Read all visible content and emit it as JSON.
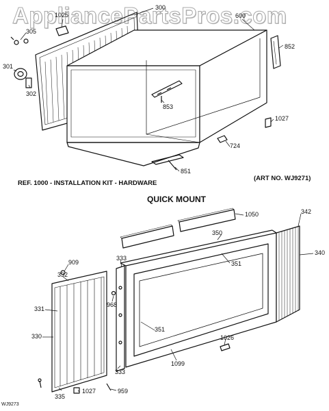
{
  "watermark": "AppliancePartsPros.com",
  "top_caption": "REF. 1000 - INSTALLATION KIT - HARDWARE",
  "art_number": "(ART NO. WJ9271)",
  "section_title": "QUICK MOUNT",
  "corner_code": "WJ9273",
  "part_labels": {
    "p300": "300",
    "p1025": "1025",
    "p305": "305",
    "p600": "600",
    "p301": "301",
    "p302": "302",
    "p852": "852",
    "p853": "853",
    "p1027a": "1027",
    "p724": "724",
    "p851": "851",
    "p1050": "1050",
    "p342": "342",
    "p350": "350",
    "p340": "340",
    "p909": "909",
    "p333a": "333",
    "p332": "332",
    "p351a": "351",
    "p968": "968",
    "p331": "331",
    "p351b": "351",
    "p330": "330",
    "p1026": "1026",
    "p1099": "1099",
    "p333b": "333",
    "p959": "959",
    "p335": "335",
    "p1027b": "1027"
  }
}
